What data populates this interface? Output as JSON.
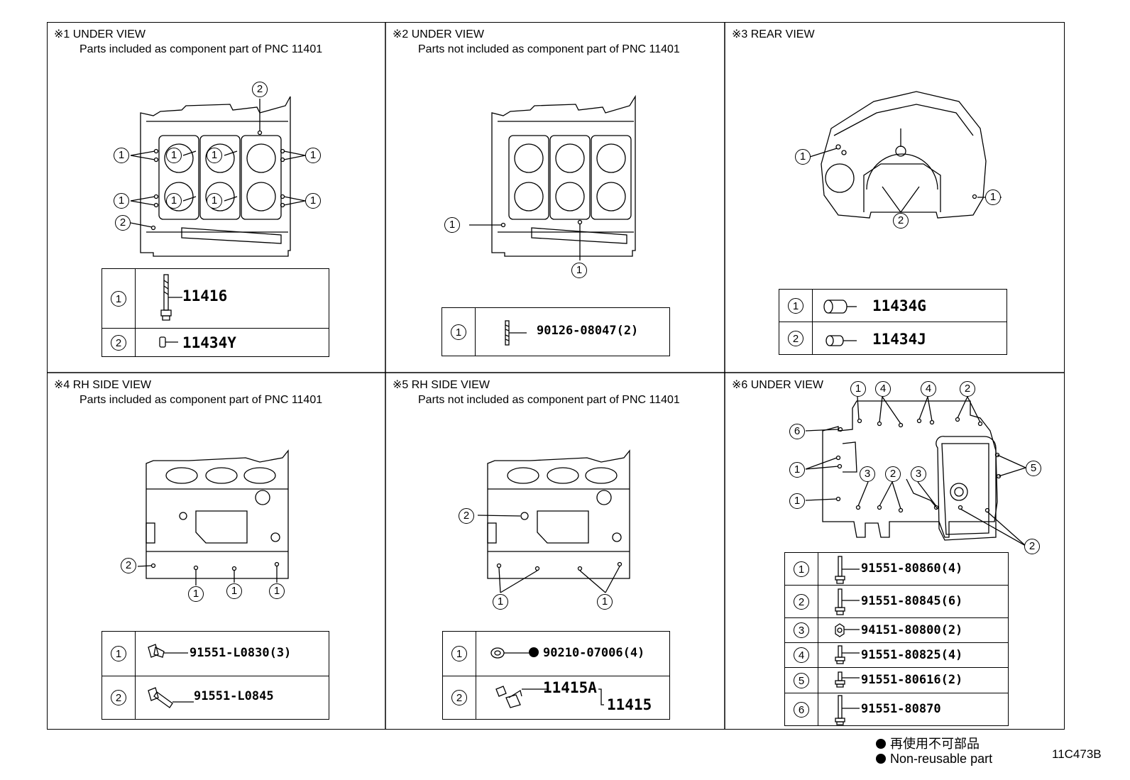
{
  "panels": [
    {
      "id": "p1",
      "title": "※1 UNDER VIEW",
      "subtitle": "Parts included as component part of PNC 11401",
      "callouts": [
        "1",
        "1",
        "1",
        "1",
        "1",
        "1",
        "1",
        "1",
        "2",
        "2"
      ],
      "legend": [
        {
          "num": "1",
          "part": "11416",
          "icon": "long-bolt-icon"
        },
        {
          "num": "2",
          "part": "11434Y",
          "icon": "pin-icon"
        }
      ]
    },
    {
      "id": "p2",
      "title": "※2 UNDER VIEW",
      "subtitle": "Parts not included as component part of PNC 11401",
      "callouts": [
        "1",
        "1"
      ],
      "legend": [
        {
          "num": "1",
          "part": "90126-08047(2)",
          "icon": "stud-icon"
        }
      ]
    },
    {
      "id": "p3",
      "title": "※3 REAR VIEW",
      "subtitle": "",
      "callouts": [
        "1",
        "1",
        "2"
      ],
      "legend": [
        {
          "num": "1",
          "part": "11434G",
          "icon": "sleeve-pin-icon"
        },
        {
          "num": "2",
          "part": "11434J",
          "icon": "short-pin-icon"
        }
      ]
    },
    {
      "id": "p4",
      "title": "※4 RH SIDE VIEW",
      "subtitle": "Parts included as component part of PNC 11401",
      "callouts": [
        "2",
        "1",
        "1",
        "1"
      ],
      "legend": [
        {
          "num": "1",
          "part": "91551-L0830(3)",
          "icon": "flange-bolt-icon"
        },
        {
          "num": "2",
          "part": "91551-L0845",
          "icon": "flange-bolt-long-icon"
        }
      ]
    },
    {
      "id": "p5",
      "title": "※5 RH SIDE VIEW",
      "subtitle": "Parts not included as component part of PNC 11401",
      "callouts": [
        "2",
        "1",
        "1"
      ],
      "legend": [
        {
          "num": "1",
          "part": "90210-07006(4)",
          "non_reusable": true,
          "icon": "washer-icon"
        },
        {
          "num": "2",
          "part_a": "11415A",
          "part_b": "11415",
          "icon": "drain-cock-icon"
        }
      ]
    },
    {
      "id": "p6",
      "title": "※6 UNDER VIEW",
      "subtitle": "",
      "callouts": [
        "1",
        "4",
        "4",
        "2",
        "6",
        "1",
        "3",
        "2",
        "3",
        "5",
        "1",
        "2"
      ],
      "legend": [
        {
          "num": "1",
          "part": "91551-80860(4)",
          "icon": "bolt-icon"
        },
        {
          "num": "2",
          "part": "91551-80845(6)",
          "icon": "bolt-icon"
        },
        {
          "num": "3",
          "part": "94151-80800(2)",
          "icon": "nut-icon"
        },
        {
          "num": "4",
          "part": "91551-80825(4)",
          "icon": "short-bolt-icon"
        },
        {
          "num": "5",
          "part": "91551-80616(2)",
          "icon": "short-bolt-icon"
        },
        {
          "num": "6",
          "part": "91551-80870",
          "icon": "long-bolt-icon"
        }
      ]
    }
  ],
  "notes": {
    "jp": "再使用不可部品",
    "en": "Non-reusable part"
  },
  "illustration_code": "11C473B"
}
